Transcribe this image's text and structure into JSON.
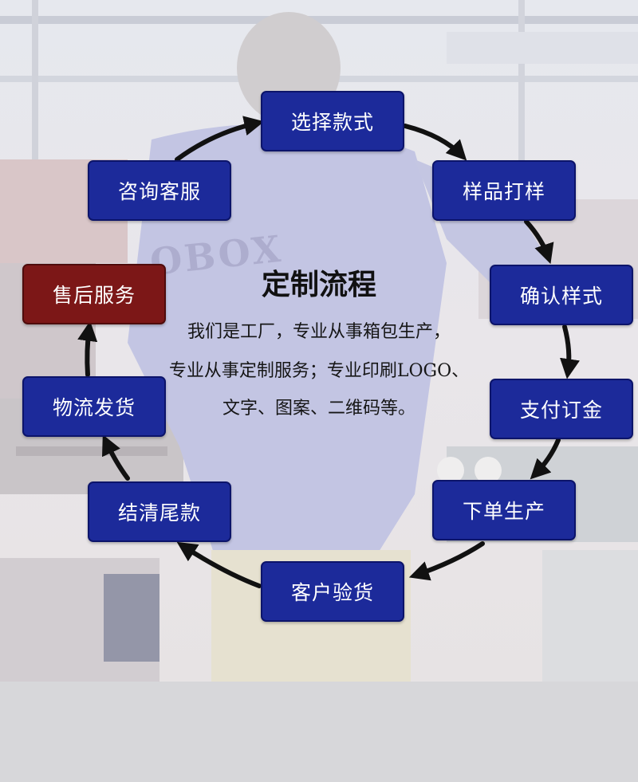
{
  "diagram": {
    "title": "定制流程",
    "description_lines": [
      "我们是工厂，专业从事箱包生产，",
      "专业从事定制服务；专业印刷LOGO、",
      "文字、图案、二维码等。"
    ],
    "steps": [
      "选择款式",
      "样品打样",
      "确认样式",
      "支付订金",
      "下单生产",
      "客户验货",
      "结清尾款",
      "物流发货",
      "售后服务",
      "咨询客服"
    ],
    "background_shirt_logo": "OBOX"
  },
  "colors": {
    "step_fill": "#1c2a9a",
    "after_sales_fill": "#7c1717",
    "arrow": "#111111",
    "bottom_band": "#d7d7da"
  }
}
